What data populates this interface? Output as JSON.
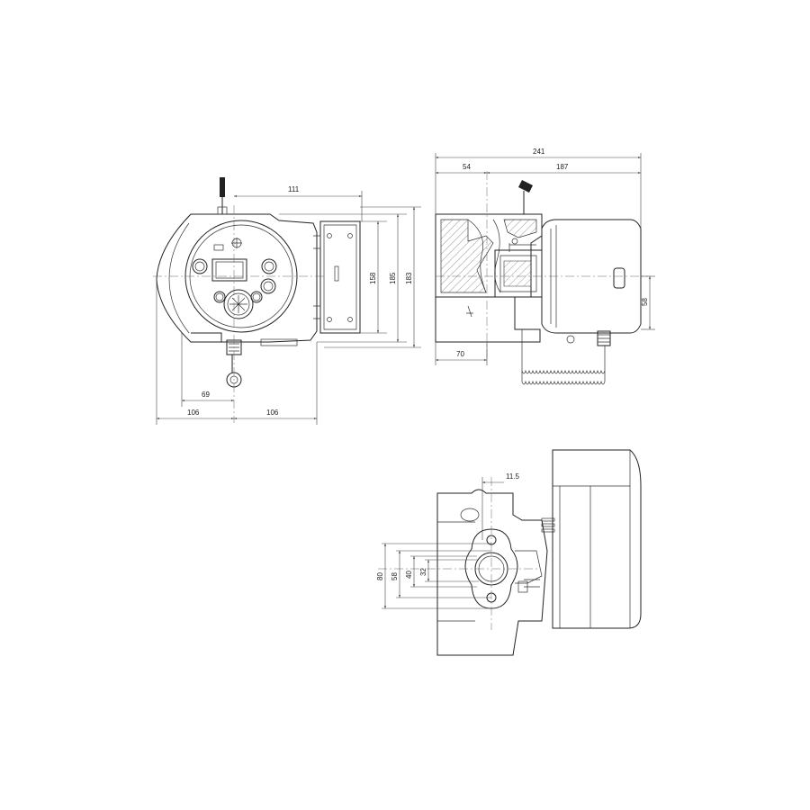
{
  "front_view": {
    "dimensions": {
      "top_width": "111",
      "height_1": "158",
      "height_2": "185",
      "height_3": "183",
      "left_offset": "69",
      "half_width_left": "106",
      "half_width_right": "106"
    }
  },
  "side_view": {
    "dimensions": {
      "overall_length": "241",
      "flange_length": "54",
      "motor_length": "187",
      "pipe_height": "58",
      "base_width": "70"
    }
  },
  "bottom_view": {
    "dimensions": {
      "offset": "11.5",
      "flange_80": "80",
      "flange_58": "58",
      "flange_40": "40",
      "flange_32": "32"
    }
  }
}
